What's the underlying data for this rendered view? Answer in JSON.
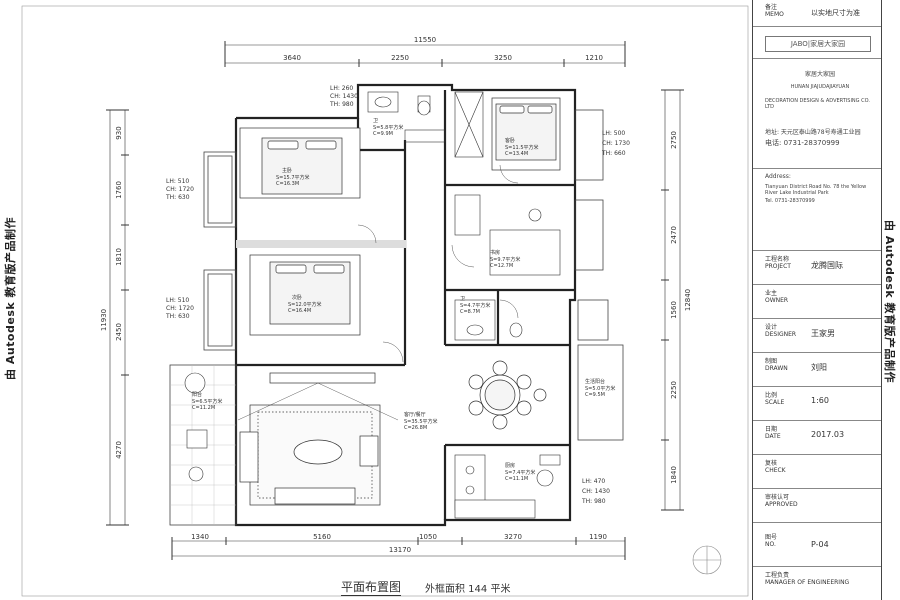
{
  "side_credit": "由 Autodesk 教育版产品制作",
  "plan_title": "平面布置图",
  "plan_area": "外框面积  144 平米",
  "dims_top": {
    "overall": "11550",
    "segments": [
      "3640",
      "2250",
      "3250",
      "1210"
    ]
  },
  "dims_bottom": {
    "overall": "13170",
    "segments": [
      "1340",
      "5160",
      "1050",
      "3270",
      "1190"
    ]
  },
  "dims_left": {
    "overall": "11930",
    "segments": [
      "930",
      "1760",
      "1810",
      "2450",
      "4270"
    ]
  },
  "dims_right": {
    "overall": "12840",
    "segments": [
      "2750",
      "2470",
      "1560",
      "2250",
      "1840"
    ]
  },
  "window_notes": [
    {
      "lines": [
        "LH: 260",
        "CH: 1430",
        "TH: 980"
      ]
    },
    {
      "lines": [
        "LH: 500",
        "CH: 1730",
        "TH: 660"
      ]
    },
    {
      "lines": [
        "LH: 510",
        "CH: 1720",
        "TH: 630"
      ]
    },
    {
      "lines": [
        "LH: 510",
        "CH: 1720",
        "TH: 630"
      ]
    },
    {
      "lines": [
        "LH: 470",
        "CH: 1430",
        "TH: 980"
      ]
    }
  ],
  "rooms": [
    {
      "name": "主卧",
      "lines": [
        "S=15.7平方米",
        "C=16.3M"
      ]
    },
    {
      "name": "次卧",
      "lines": [
        "S=12.0平方米",
        "C=16.4M"
      ]
    },
    {
      "name": "卫",
      "lines": [
        "S=5.8平方米",
        "C=9.9M"
      ]
    },
    {
      "name": "客卧",
      "lines": [
        "S=11.5平方米",
        "C=13.4M"
      ]
    },
    {
      "name": "书房",
      "lines": [
        "S=9.7平方米",
        "C=12.7M"
      ]
    },
    {
      "name": "卫",
      "lines": [
        "S=4.7平方米",
        "C=8.7M"
      ]
    },
    {
      "name": "客厅/餐厅",
      "lines": [
        "S=35.5平方米",
        "C=26.8M"
      ]
    },
    {
      "name": "生活阳台",
      "lines": [
        "S=5.0平方米",
        "C=9.5M"
      ]
    },
    {
      "name": "厨房",
      "lines": [
        "S=7.4平方米",
        "C=11.1M"
      ]
    },
    {
      "name": "阳台",
      "lines": [
        "S=6.5平方米",
        "C=11.2M"
      ]
    }
  ],
  "title_block": {
    "memo_label": "备注\nMEMO",
    "memo_value": "以实地尺寸为准",
    "brand": "JABO|家居大家园",
    "company_cn": "家居大家园",
    "company_en": "HUNAN JIAJUDAJIAYUAN",
    "company_en2": "DECORATION DESIGN & ADVERTISING CO. LTD",
    "address_cn": "地址: 天元区泰山路78号寿通工业园",
    "phone_cn": "电话: 0731-28370999",
    "address_en_label": "Address:",
    "address_en": "Tianyuan District Road No. 78 the Yellow River Lake Industrial Park",
    "tel_en": "Tel. 0731-28370999",
    "fields": [
      {
        "label": "工程名称\nPROJECT",
        "value": "龙腾国际"
      },
      {
        "label": "业主\nOWNER",
        "value": ""
      },
      {
        "label": "设计\nDESIGNER",
        "value": "王家男"
      },
      {
        "label": "制图\nDRAWN",
        "value": "刘阳"
      },
      {
        "label": "比例\nSCALE",
        "value": "1:60"
      },
      {
        "label": "日期\nDATE",
        "value": "2017.03"
      },
      {
        "label": "复核\nCHECK",
        "value": ""
      },
      {
        "label": "审核认可\nAPPROVED",
        "value": ""
      },
      {
        "label": "图号\nNO.",
        "value": "P-04"
      },
      {
        "label": "工程负责\nMANAGER OF ENGINEERING",
        "value": ""
      }
    ]
  }
}
